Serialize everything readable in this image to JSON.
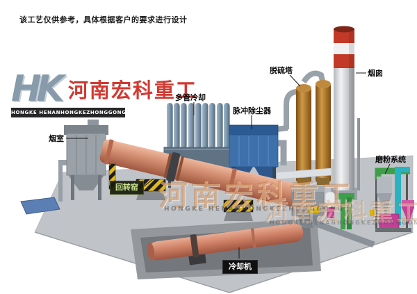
{
  "page": {
    "note": "该工艺仅供参考，具体根据客户的要求进行设计"
  },
  "branding": {
    "logo_monogram": "HK",
    "company_cn": "河南宏科重工",
    "company_en": "HONGKE HENANHONGKEZHONGGONG",
    "watermark_cn": "河南宏科重工",
    "watermark_en": "HONGKE HENANHONGKEZHONGGONG"
  },
  "labels": {
    "smoke_chamber": "烟室",
    "rotary_kiln": "回转窑",
    "multi_tube_cooler": "多管冷却",
    "pulse_dust_collector": "脉冲除尘器",
    "desulfurization_tower": "脱硫塔",
    "chimney": "烟囱",
    "grinding_system": "磨粉系统",
    "cooling_machine": "冷却机"
  },
  "colors": {
    "kiln_body": "#d08a6d",
    "cooler_tube": "#7c95aa",
    "dust_collector": "#3e70ac",
    "tower": "#b97a2e",
    "chimney_band": "#c23a27",
    "ground": "#c0c3c7",
    "watermark_orange": "#ba621a",
    "accent_green": "#3f9e4a",
    "accent_cyan": "#29b2bf",
    "accent_magenta": "#c43f97",
    "hazard_yellow": "#d8b21a"
  }
}
